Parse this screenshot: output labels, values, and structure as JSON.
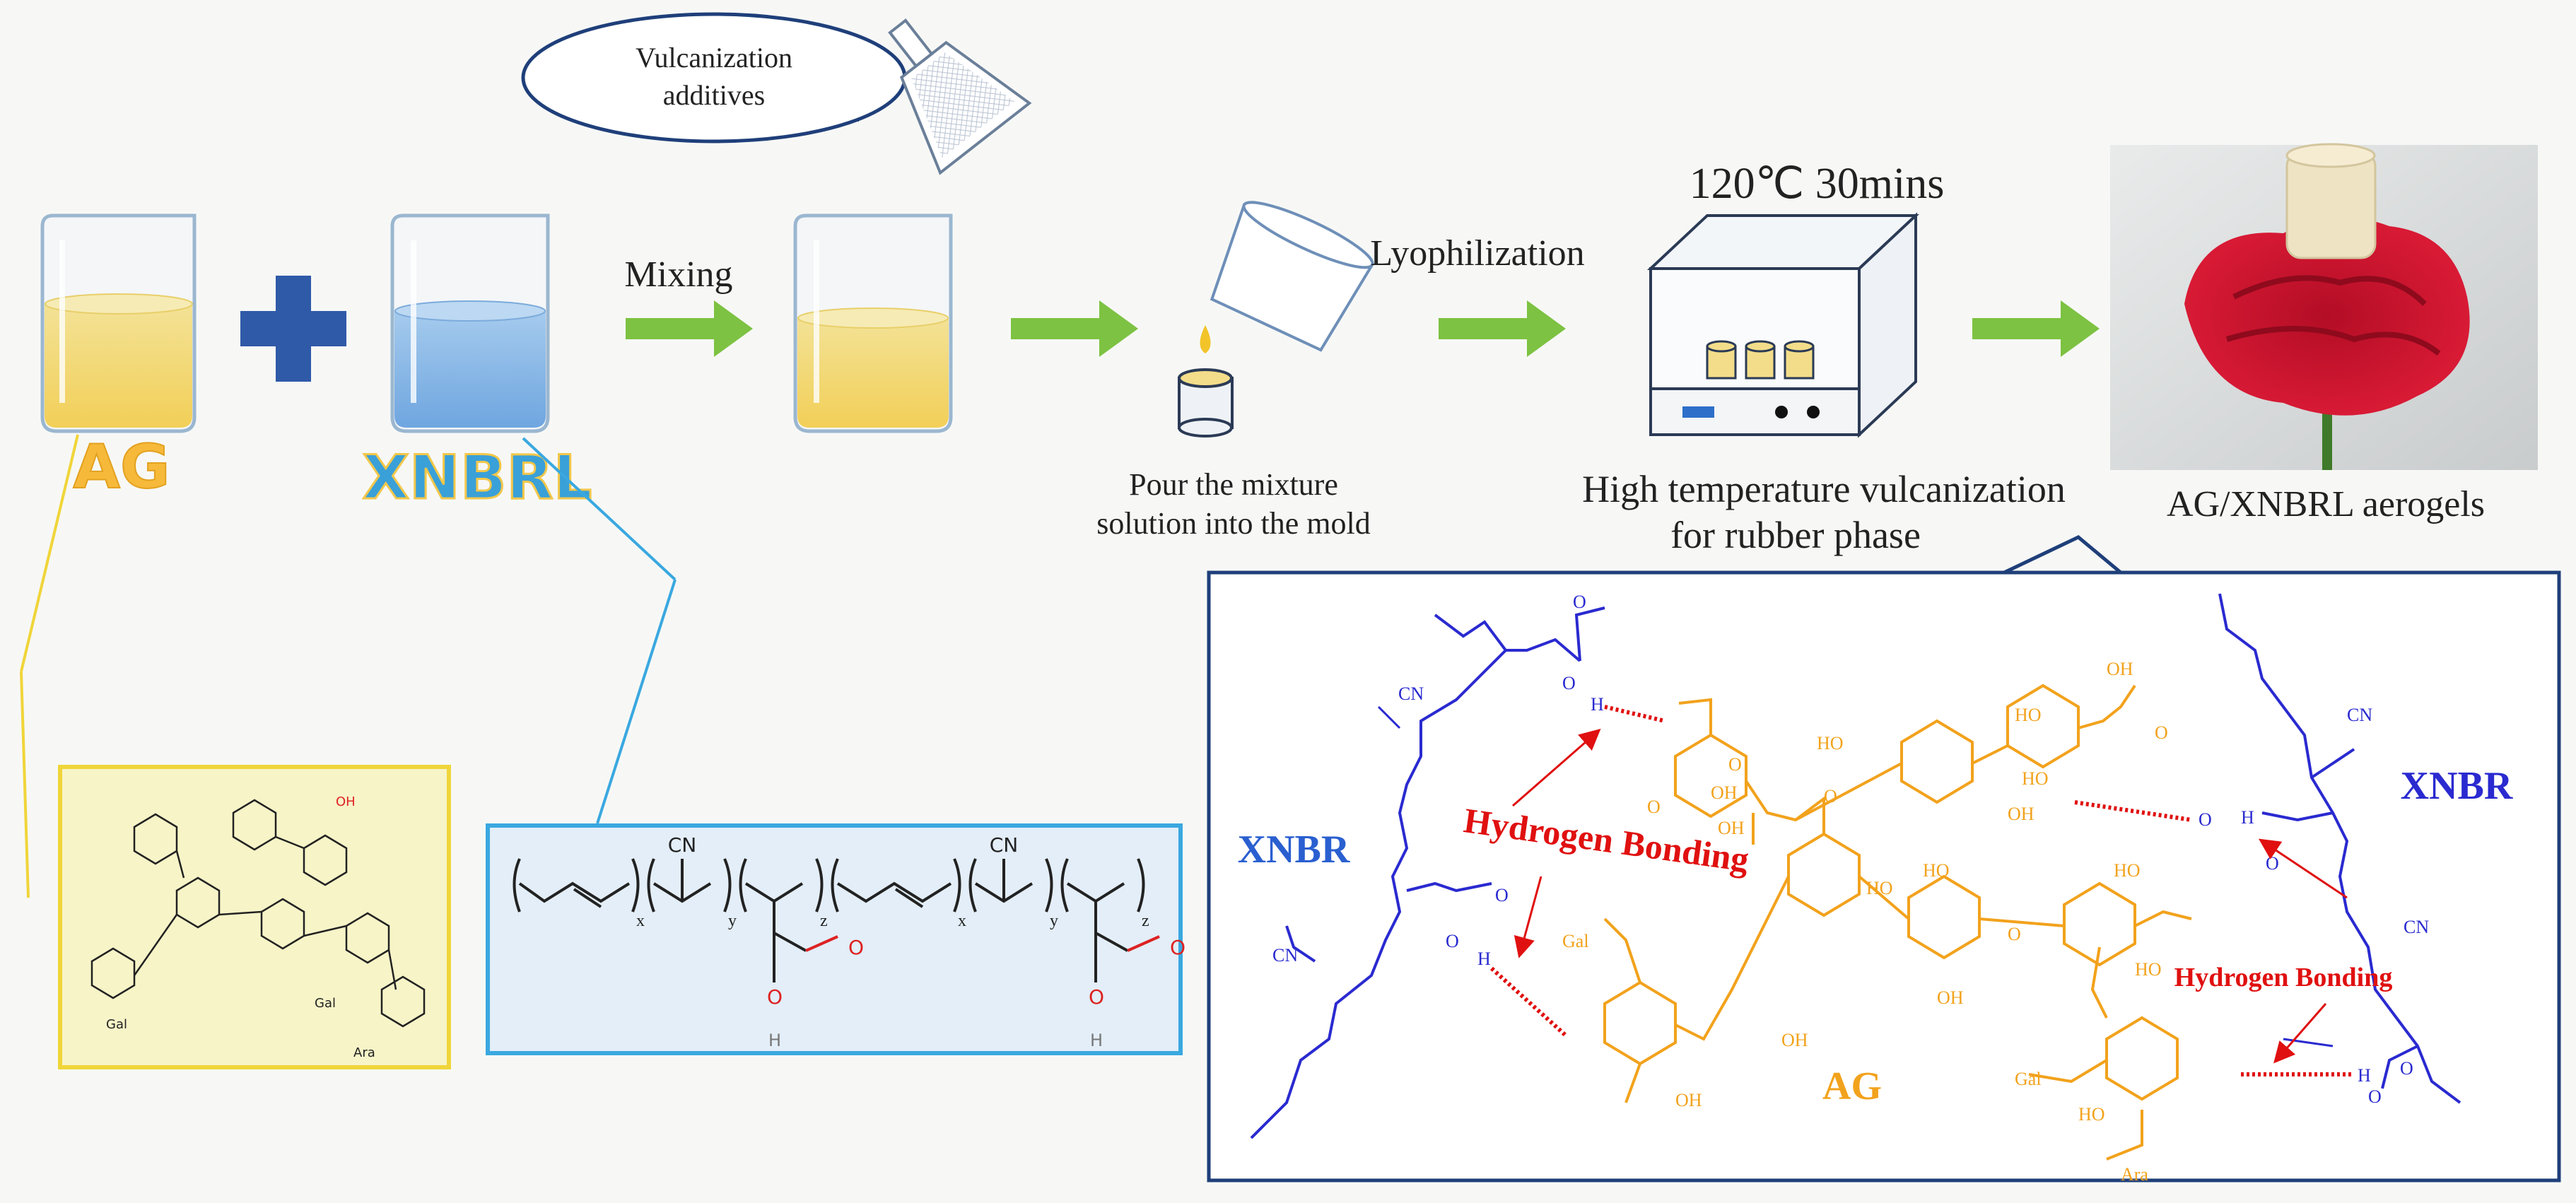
{
  "bubble": {
    "line1": "Vulcanization",
    "line2": "additives"
  },
  "labels": {
    "ag": "AG",
    "xnbrl": "XNBRL",
    "mixing": "Mixing",
    "lyophilization": "Lyophilization",
    "temp": "120℃ 30mins",
    "pour_line1": "Pour the mixture",
    "pour_line2": "solution into the mold",
    "vulc_line1": "High temperature vulcanization",
    "vulc_line2": "for rubber phase",
    "aerogels": "AG/XNBRL aerogels"
  },
  "structure": {
    "xnbr_left": "XNBR",
    "xnbr_right": "XNBR",
    "ag_center": "AG",
    "hbond_main": "Hydrogen Bonding",
    "hbond_small": "Hydrogen Bonding"
  },
  "chem": {
    "cn": "CN",
    "oh": "OH",
    "ho": "HO",
    "o": "O",
    "h": "H",
    "gal": "Gal",
    "ara": "Ara",
    "sub_x": "x",
    "sub_y": "y",
    "sub_z": "z"
  },
  "colors": {
    "ag_yellow": "#f2b534",
    "xnbr_blue": "#2a2ad0",
    "xnbrl_label": "#3aa0d8",
    "hbond_red": "#e01010",
    "arrow_green": "#7dc242",
    "plus_blue": "#2f5aa8",
    "panel_border": "#1f3f7a"
  }
}
